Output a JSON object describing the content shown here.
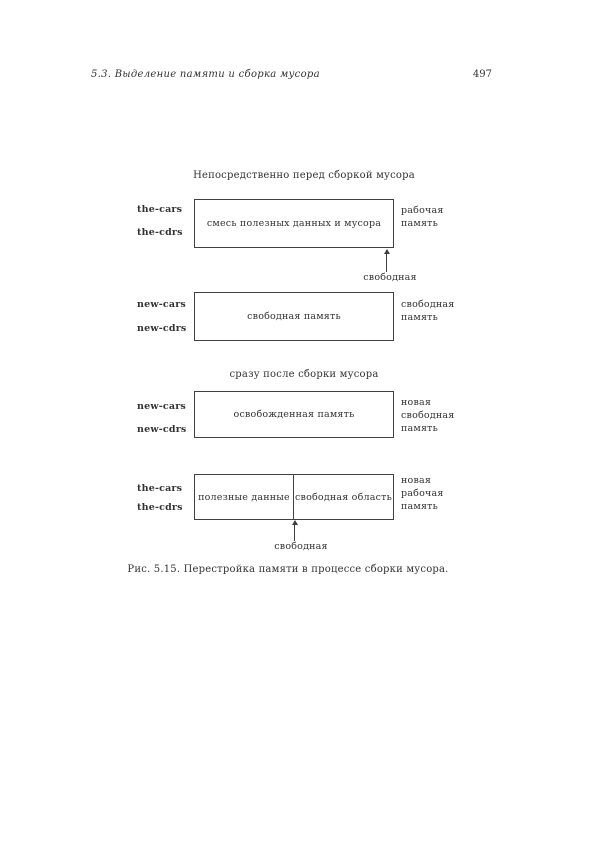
{
  "header": {
    "section": "5.3. Выделение памяти и сборка мусора",
    "page_number": "497"
  },
  "figure": {
    "title_before": "Непосредственно перед сборкой мусора",
    "title_after": "сразу после сборки мусора",
    "caption": "Рис. 5.15. Перестройка памяти в процессе сборки мусора.",
    "free_pointer_label": "свободная",
    "rows": [
      {
        "left_labels": [
          "the-cars",
          "the-cdrs"
        ],
        "box_text": "смесь полезных данных и мусора",
        "right_lines": [
          "рабочая",
          "память"
        ]
      },
      {
        "left_labels": [
          "new-cars",
          "new-cdrs"
        ],
        "box_text": "свободная память",
        "right_lines": [
          "свободная",
          "память"
        ]
      },
      {
        "left_labels": [
          "new-cars",
          "new-cdrs"
        ],
        "box_text": "освобожденная память",
        "right_lines": [
          "новая",
          "свободная",
          "память"
        ]
      },
      {
        "left_labels": [
          "the-cars",
          "the-cdrs"
        ],
        "box_left_text": "полезные данные",
        "box_right_text": "свободная область",
        "right_lines": [
          "новая",
          "рабочая",
          "память"
        ]
      }
    ]
  },
  "colors": {
    "background": "#ffffff",
    "text": "#333333",
    "line": "#404040"
  }
}
